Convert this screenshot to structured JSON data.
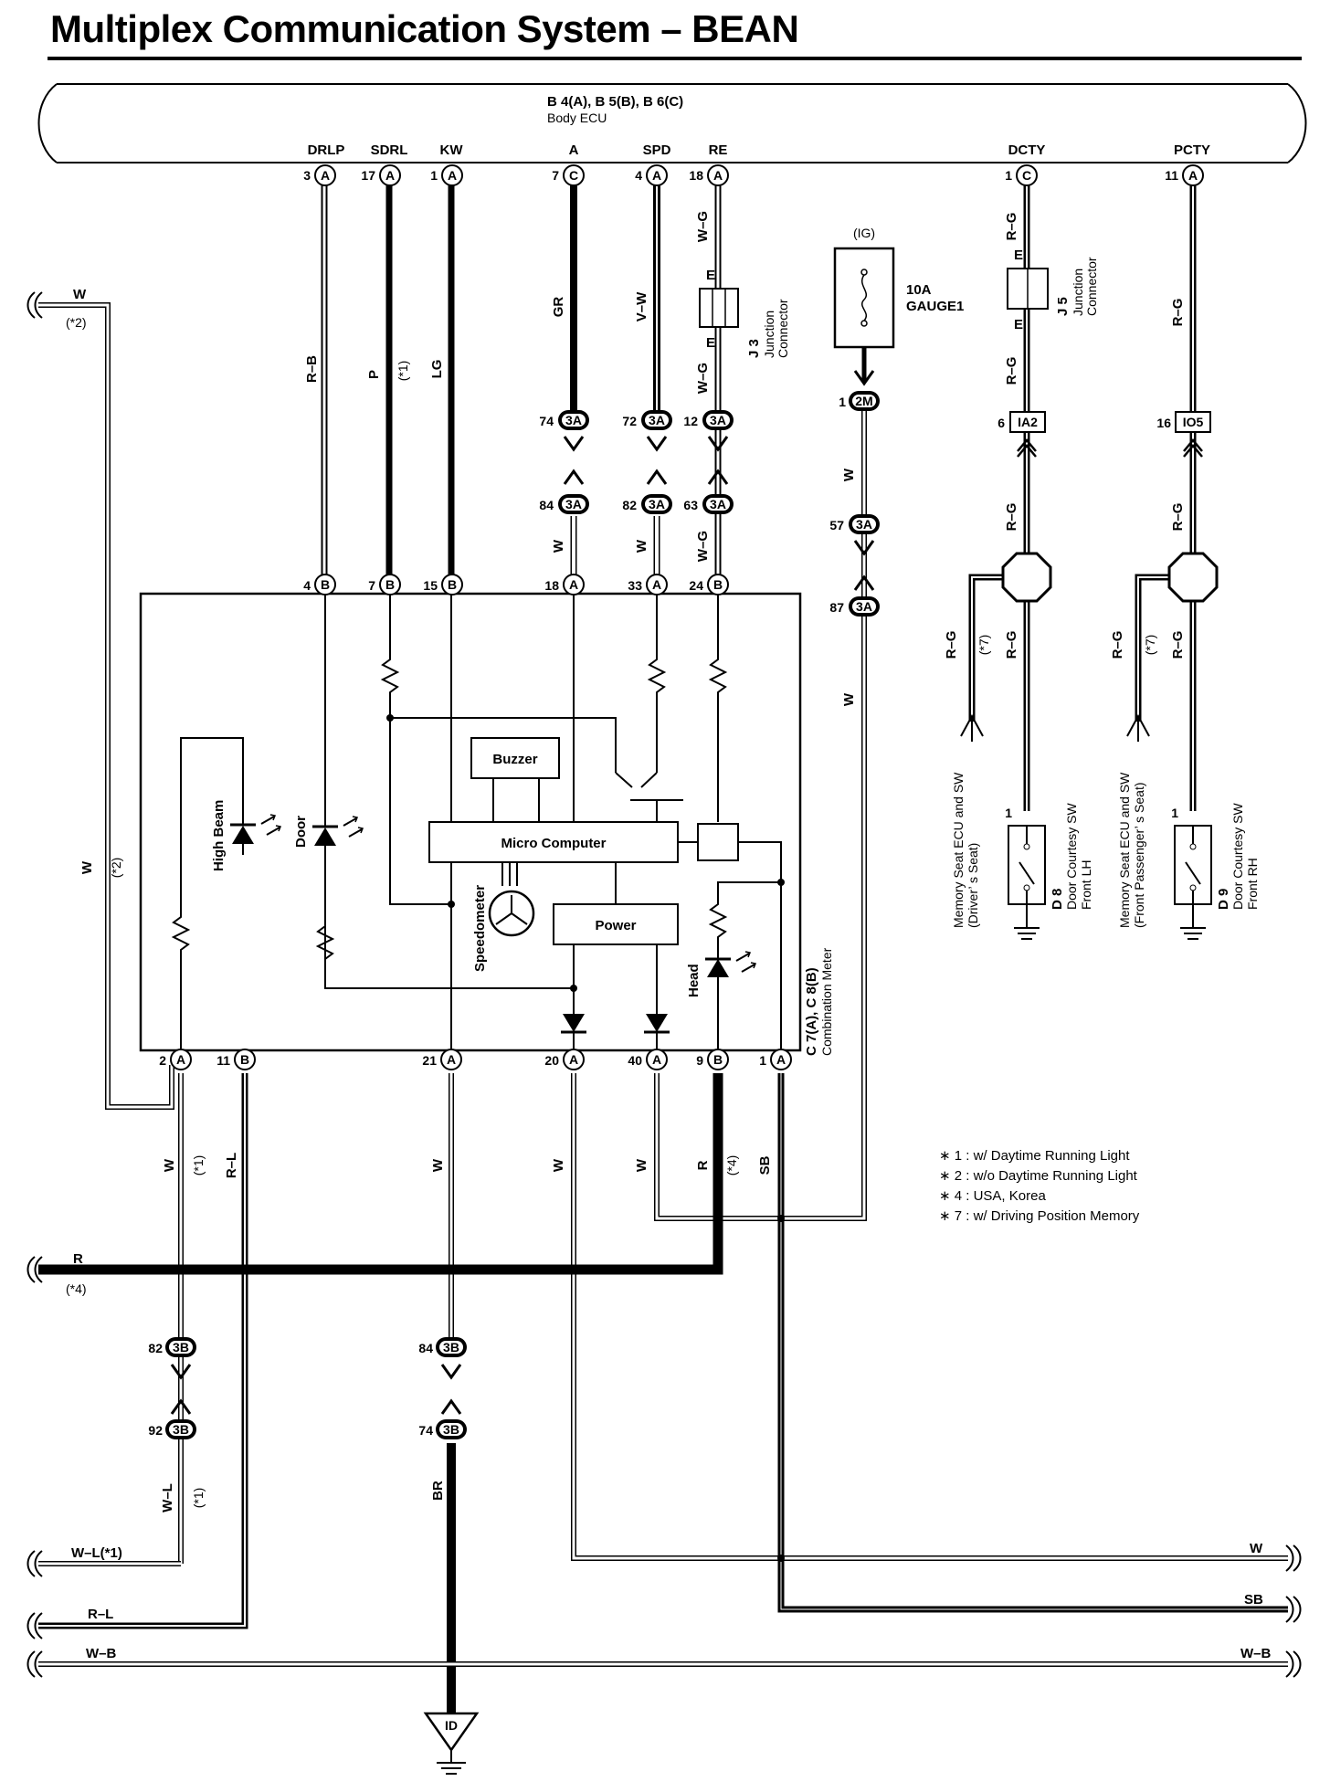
{
  "title": "Multiplex Communication System – BEAN",
  "body_ecu": {
    "connectors": "B 4(A), B 5(B), B 6(C)",
    "name": "Body ECU",
    "terminals": [
      {
        "label": "DRLP",
        "pin": "3",
        "conn": "A"
      },
      {
        "label": "SDRL",
        "pin": "17",
        "conn": "A"
      },
      {
        "label": "KW",
        "pin": "1",
        "conn": "A"
      },
      {
        "label": "A",
        "pin": "7",
        "conn": "C"
      },
      {
        "label": "SPD",
        "pin": "4",
        "conn": "A"
      },
      {
        "label": "RE",
        "pin": "18",
        "conn": "A"
      },
      {
        "label": "DCTY",
        "pin": "1",
        "conn": "C"
      },
      {
        "label": "PCTY",
        "pin": "11",
        "conn": "A"
      }
    ]
  },
  "wires": {
    "drlp": "R–B",
    "sdrl": "P",
    "sdrl_note": "(*1)",
    "kw": "LG",
    "a": "GR",
    "spd": "V–W",
    "re": "W–G",
    "a_low": "W",
    "spd_low": "W",
    "re_low": "W–G",
    "gauge": "W",
    "gauge_low": "W",
    "dcty": "R–G",
    "pcty": "R–G",
    "left_w": "W",
    "left_w_note": "(*2)",
    "t2": "W",
    "t2_note": "(*1)",
    "t11": "R–L",
    "t20": "W",
    "t40": "W",
    "t9": "R",
    "t9_note": "(*4)",
    "t1": "SB",
    "t21": "W",
    "br": "BR",
    "wl": "W–L",
    "wl_note": "(*1)",
    "mem_dr": "R–G",
    "mem_dr_note": "(*7)",
    "mem_ps": "R–G",
    "mem_ps_note": "(*7)"
  },
  "left_leads": {
    "w": "W",
    "w_note": "(*2)",
    "r": "R",
    "r_note": "(*4)",
    "wl": "W–L(*1)",
    "rl": "R–L",
    "wb": "W–B"
  },
  "right_leads": {
    "w": "W",
    "sb": "SB",
    "wb": "W–B"
  },
  "j3": {
    "terminal": "E",
    "id": "J 3",
    "name1": "Junction",
    "name2": "Connector"
  },
  "j5": {
    "terminal": "E",
    "id": "J 5",
    "name1": "Junction",
    "name2": "Connector"
  },
  "fuse": {
    "supply": "(IG)",
    "rating": "10A",
    "name": "GAUGE1"
  },
  "connectors": {
    "c2m": {
      "pin": "1",
      "id": "2M"
    },
    "c3a_57": {
      "pin": "57",
      "id": "3A"
    },
    "c3a_87": {
      "pin": "87",
      "id": "3A"
    },
    "c3a_74": {
      "pin": "74",
      "id": "3A"
    },
    "c3a_84": {
      "pin": "84",
      "id": "3A"
    },
    "c3a_72": {
      "pin": "72",
      "id": "3A"
    },
    "c3a_82": {
      "pin": "82",
      "id": "3A"
    },
    "c3a_12": {
      "pin": "12",
      "id": "3A"
    },
    "c3a_63": {
      "pin": "63",
      "id": "3A"
    },
    "c3b_82": {
      "pin": "82",
      "id": "3B"
    },
    "c3b_92": {
      "pin": "92",
      "id": "3B"
    },
    "c3b_84": {
      "pin": "84",
      "id": "3B"
    },
    "c3b_74": {
      "pin": "74",
      "id": "3B"
    },
    "ia2": {
      "pin": "6",
      "id": "IA2"
    },
    "io5": {
      "pin": "16",
      "id": "IO5"
    }
  },
  "meter": {
    "name1": "C 7(A), C 8(B)",
    "name2": "Combination Meter",
    "top_pins": [
      {
        "pin": "4",
        "conn": "B"
      },
      {
        "pin": "7",
        "conn": "B"
      },
      {
        "pin": "15",
        "conn": "B"
      },
      {
        "pin": "18",
        "conn": "A"
      },
      {
        "pin": "33",
        "conn": "A"
      },
      {
        "pin": "24",
        "conn": "B"
      }
    ],
    "bottom_pins": [
      {
        "pin": "2",
        "conn": "A"
      },
      {
        "pin": "11",
        "conn": "B"
      },
      {
        "pin": "21",
        "conn": "A"
      },
      {
        "pin": "20",
        "conn": "A"
      },
      {
        "pin": "40",
        "conn": "A"
      },
      {
        "pin": "9",
        "conn": "B"
      },
      {
        "pin": "1",
        "conn": "A"
      }
    ],
    "buzzer": "Buzzer",
    "micro": "Micro Computer",
    "power": "Power",
    "speedometer": "Speedometer",
    "high_beam": "High Beam",
    "door": "Door",
    "head": "Head"
  },
  "memory_dr": {
    "line1": "Memory Seat ECU and SW",
    "line2": "(Driver’ s Seat)"
  },
  "memory_ps": {
    "line1": "Memory Seat ECU and SW",
    "line2": "(Front Passenger’ s Seat)"
  },
  "d8": {
    "pin": "1",
    "id": "D 8",
    "name1": "Door Courtesy SW",
    "name2": "Front LH"
  },
  "d9": {
    "pin": "1",
    "id": "D 9",
    "name1": "Door Courtesy SW",
    "name2": "Front RH"
  },
  "ground": {
    "id": "ID"
  },
  "notes": [
    "∗ 1 : w/ Daytime Running Light",
    "∗ 2 : w/o Daytime Running Light",
    "∗ 4 : USA,  Korea",
    "∗ 7 : w/ Driving Position Memory"
  ]
}
